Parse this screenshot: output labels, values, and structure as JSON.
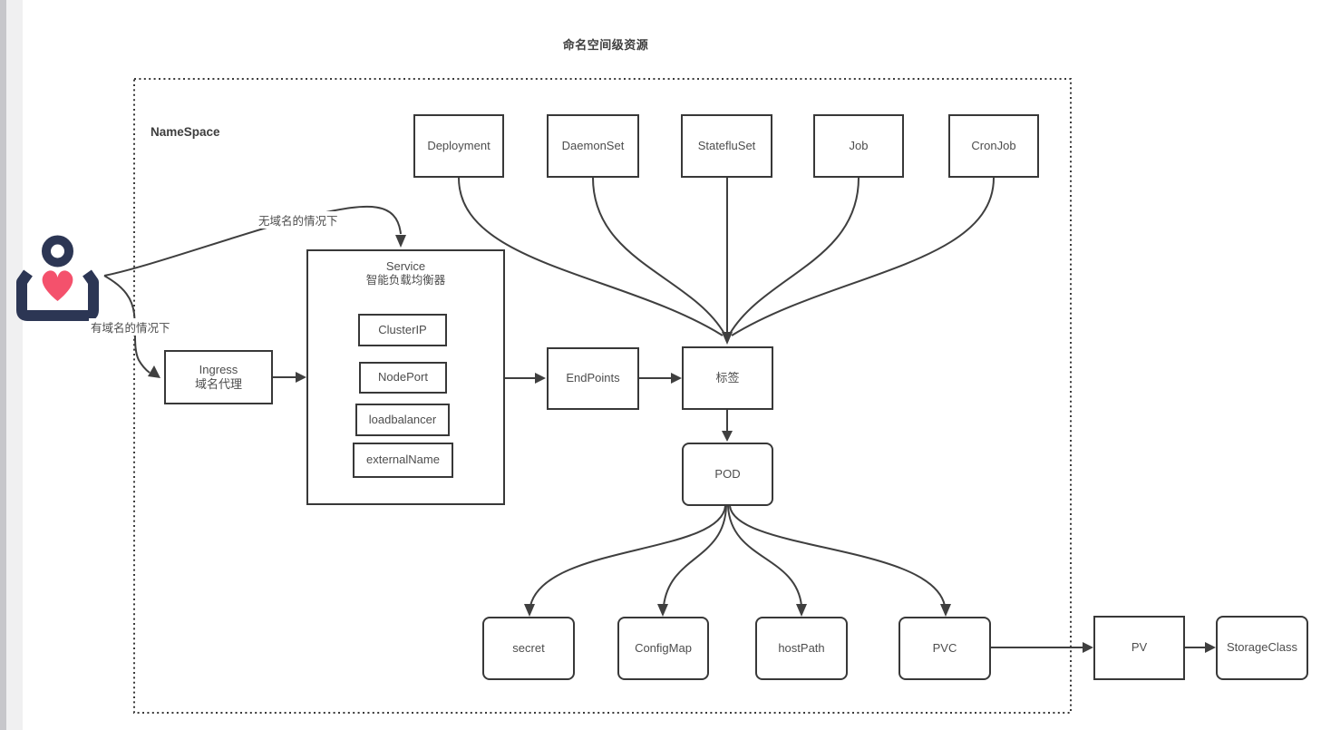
{
  "page": {
    "title": "命名空间级资源"
  },
  "namespace": {
    "label": "NameSpace"
  },
  "workloads": [
    "Deployment",
    "DaemonSet",
    "StatefluSet",
    "Job",
    "CronJob"
  ],
  "service": {
    "title": "Service",
    "subtitle": "智能负载均衡器",
    "types": [
      "ClusterIP",
      "NodePort",
      "loadbalancer",
      "externalName"
    ]
  },
  "ingress": {
    "title": "Ingress",
    "subtitle": "域名代理"
  },
  "endpoints": {
    "label": "EndPoints"
  },
  "selector": {
    "label": "标签"
  },
  "pod": {
    "label": "POD"
  },
  "volumes": [
    "secret",
    "ConfigMap",
    "hostPath",
    "PVC"
  ],
  "storage": {
    "pv": "PV",
    "storage_class": "StorageClass"
  },
  "annotations": {
    "no_domain": "无域名的情况下",
    "with_domain": "有域名的情况下"
  },
  "icons": {
    "user": "user-icon"
  },
  "colors": {
    "line": "#3f3f3f",
    "border": "#383838",
    "icon_navy": "#2c3654",
    "icon_pink": "#f4516c"
  }
}
